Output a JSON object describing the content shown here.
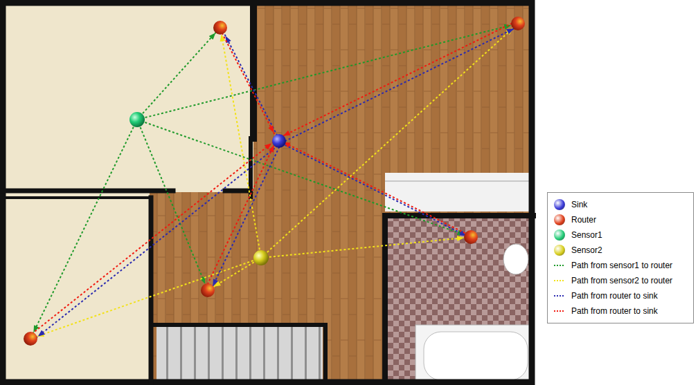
{
  "diagram": {
    "legend": [
      {
        "text": "Sink",
        "color": "#3a3ad8"
      },
      {
        "text": "Router",
        "color": "#e0401c"
      },
      {
        "text": "Sensor1",
        "color": "#22cc77"
      },
      {
        "text": "Sensor2",
        "color": "#d8cf1e"
      },
      {
        "text": "Path from sensor1 to router"
      },
      {
        "text": "Path from sensor2 to router"
      },
      {
        "text": "Path from router to sink"
      },
      {
        "text": "Path from router to sink"
      }
    ]
  }
}
